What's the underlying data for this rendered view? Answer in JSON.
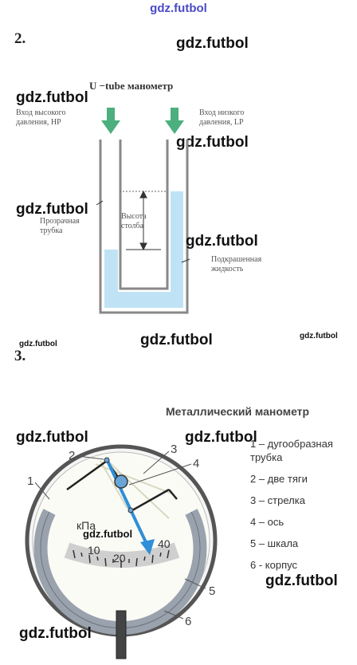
{
  "site_link": "gdz.futbol",
  "watermark": "gdz.futbol",
  "problem2": {
    "number": "2.",
    "title": "U −tube манометр",
    "hp_label": "Вход высокого давления, HP",
    "lp_label": "Вход низкого давления, LP",
    "tube_label": "Прозрачная трубка",
    "height_label": "Высота столба",
    "liquid_label": "Подкрашенная жидкость"
  },
  "problem3": {
    "number": "3.",
    "title": "Металлический манометр",
    "legend": [
      "1 – дугообразная трубка",
      "2 – две тяги",
      "3 – стрелка",
      "4 – ось",
      "5 – шкала",
      "6 - корпус"
    ],
    "gauge": {
      "unit": "кПа",
      "tick_labels": [
        "10",
        "20",
        "40"
      ],
      "callouts": [
        "1",
        "2",
        "3",
        "4",
        "5",
        "6"
      ]
    }
  },
  "colors": {
    "arrow_green": "#4caf7d",
    "liquid_blue": "#bfe3f5",
    "needle_blue": "#2f8fd8",
    "link_color": "#4a4ac8"
  }
}
